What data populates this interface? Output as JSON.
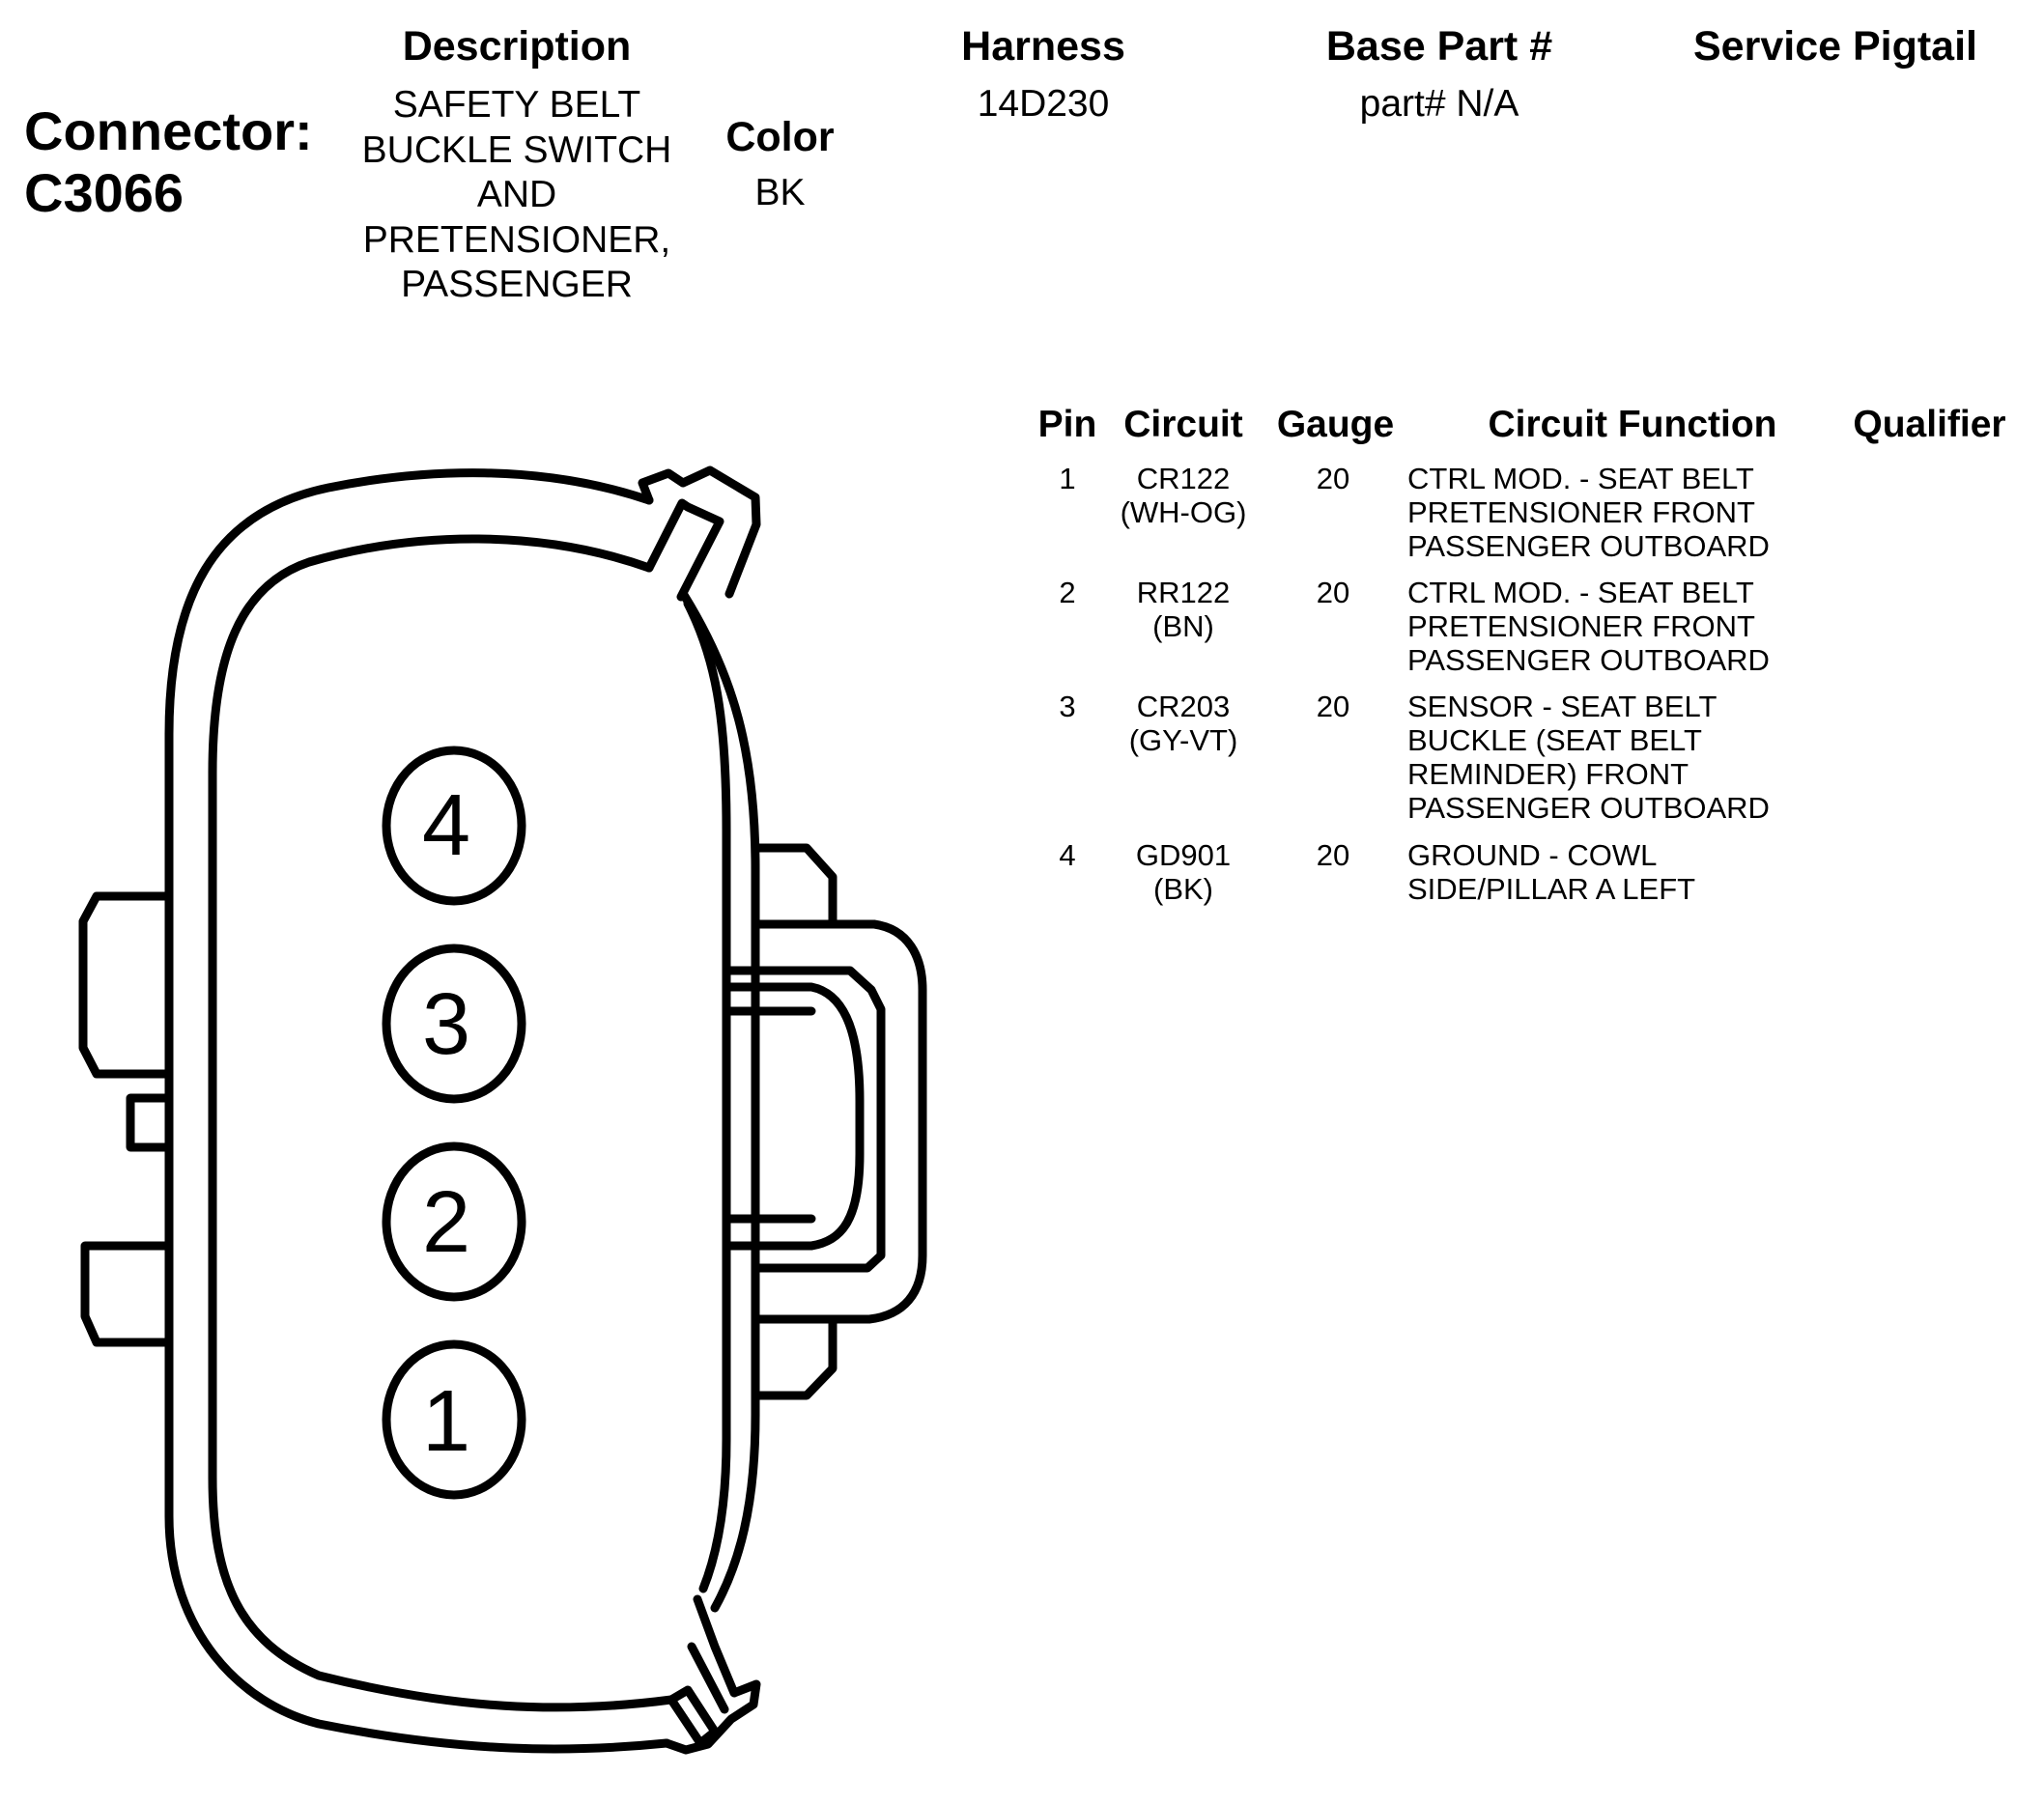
{
  "connector": {
    "label": "Connector:",
    "id": "C3066",
    "description_header": "Description",
    "description_lines": [
      "SAFETY BELT",
      "BUCKLE SWITCH",
      "AND",
      "PRETENSIONER,",
      "PASSENGER"
    ],
    "color_header": "Color",
    "color": "BK",
    "harness_header": "Harness",
    "harness": "14D230",
    "base_part_header": "Base Part #",
    "base_part": "part# N/A",
    "service_pigtail_header": "Service Pigtail"
  },
  "pin_table": {
    "headers": {
      "pin": "Pin",
      "circuit": "Circuit",
      "gauge": "Gauge",
      "function": "Circuit Function",
      "qualifier": "Qualifier"
    },
    "rows": [
      {
        "pin": "1",
        "circuit": "CR122",
        "wire_color": "(WH-OG)",
        "gauge": "20",
        "function": [
          "CTRL MOD. - SEAT BELT",
          "PRETENSIONER FRONT",
          "PASSENGER OUTBOARD"
        ]
      },
      {
        "pin": "2",
        "circuit": "RR122",
        "wire_color": "(BN)",
        "gauge": "20",
        "function": [
          "CTRL MOD. - SEAT BELT",
          "PRETENSIONER FRONT",
          "PASSENGER OUTBOARD"
        ]
      },
      {
        "pin": "3",
        "circuit": "CR203",
        "wire_color": "(GY-VT)",
        "gauge": "20",
        "function": [
          "SENSOR - SEAT BELT",
          "BUCKLE (SEAT BELT",
          "REMINDER) FRONT",
          "PASSENGER OUTBOARD"
        ]
      },
      {
        "pin": "4",
        "circuit": "GD901",
        "wire_color": "(BK)",
        "gauge": "20",
        "function": [
          "GROUND - COWL",
          "SIDE/PILLAR A LEFT"
        ]
      }
    ]
  },
  "diagram": {
    "pin_labels": [
      "4",
      "3",
      "2",
      "1"
    ],
    "stroke_color": "#000000",
    "background_color": "#ffffff"
  }
}
